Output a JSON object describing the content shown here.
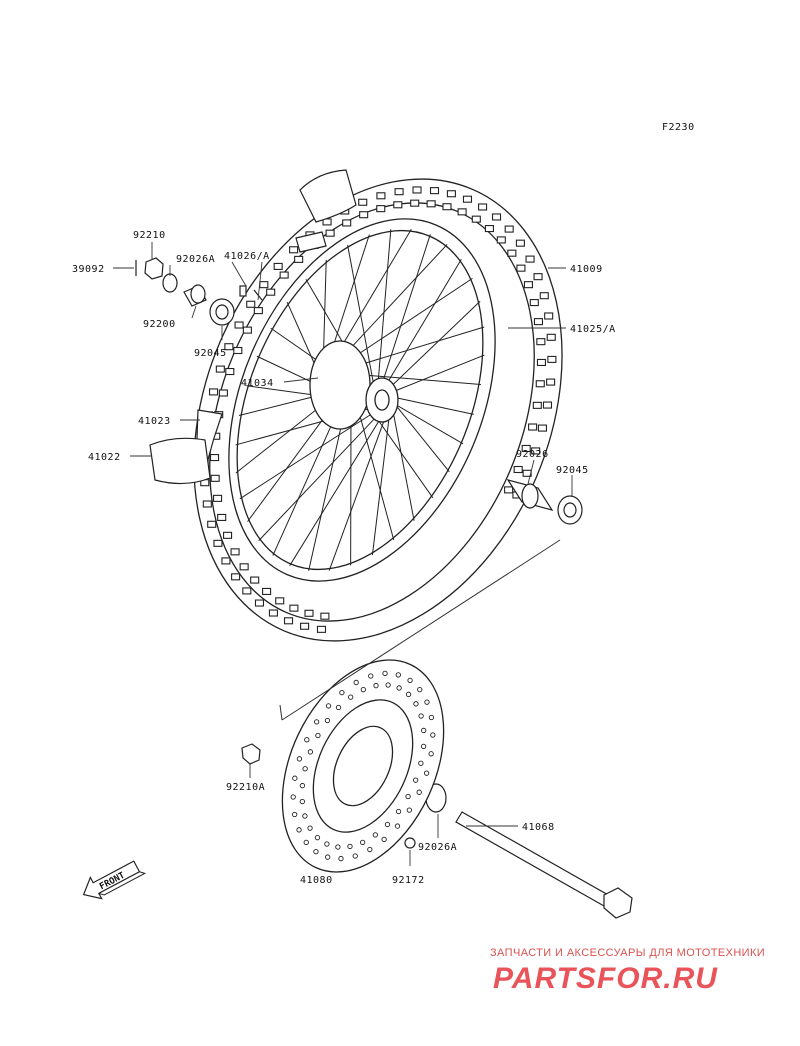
{
  "diagram_code": "F2230",
  "labels": {
    "p92210": "92210",
    "p39092": "39092",
    "p92026A_top": "92026A",
    "p41026A": "41026/A",
    "p41009": "41009",
    "p41025A": "41025/A",
    "p92200": "92200",
    "p92045_top": "92045",
    "p41034": "41034",
    "p41023": "41023",
    "p41022": "41022",
    "p92026": "92026",
    "p92045_right": "92045",
    "p92210A": "92210A",
    "p41068": "41068",
    "p92026A_bottom": "92026A",
    "p41080": "41080",
    "p92172": "92172"
  },
  "front_arrow": "FRONT",
  "watermark": {
    "tagline": "ЗАПЧАСТИ И АКСЕССУАРЫ ДЛЯ МОТОТЕХНИКИ",
    "logo": "PARTSFOR.RU"
  }
}
